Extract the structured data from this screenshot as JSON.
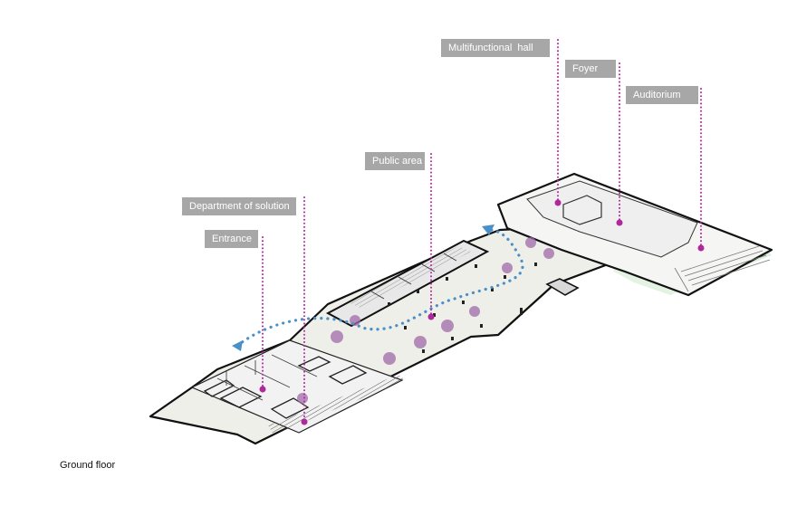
{
  "labels": {
    "multifunctional_hall": "Multifunctional  hall",
    "foyer": "Foyer",
    "auditorium": "Auditorium",
    "public_area": "Public area",
    "department_of_solution": "Department of solution",
    "entrance": "Entrance"
  },
  "caption": "Ground floor",
  "colors": {
    "label_bg": "#a7a7a7",
    "leader": "#b0289c",
    "path_arrow": "#4a90c8",
    "green_strip": "#dcefdc",
    "tree": "#a06aa8",
    "floor_fill": "#efefe9"
  }
}
